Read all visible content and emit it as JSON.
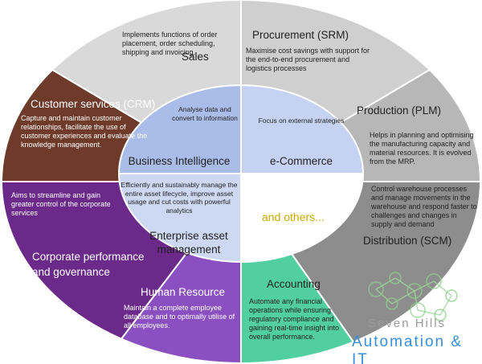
{
  "segments": {
    "sales": {
      "title": "Sales",
      "desc": "Implements functions of order placement, order scheduling, shipping and invoicing.",
      "color": "#d9d9d9"
    },
    "procurement": {
      "title": "Procurement (SRM)",
      "desc": "Maximise cost savings with support for the end-to-end procurement and logistics processes",
      "color": "#cfcfcf"
    },
    "production": {
      "title": "Production (PLM)",
      "desc": "Helps in planning and optimising the manufacturing capacity and material resources. It is evolved from the MRP.",
      "color": "#b7b7b7"
    },
    "distribution": {
      "title": "Distribution (SCM)",
      "desc": "Control warehouse processes and manage movements in the warehouse and respond faster to challenges and changes in supply and demand",
      "color": "#8d8d8d"
    },
    "accounting": {
      "title": "Accounting",
      "desc": "Automate any financial operations while ensuring regulatory compliance and gaining real-time insight into overall performance.",
      "color": "#52cfa0"
    },
    "human_resource": {
      "title": "Human Resource",
      "desc": "Maintain a complete employee database and to optimally utilise of all employees.",
      "color": "#8a4fc0"
    },
    "corporate": {
      "title": "Corporate performance and governance",
      "desc": "Aims to streamline and gain greater control of the corporate services",
      "color": "#6b2a8a"
    },
    "crm": {
      "title": "Customer services (CRM)",
      "desc": "Capture and maintain customer relationships, facilitate the use of customer experiences and evaluate the knowledge management.",
      "color": "#6e3a2a"
    }
  },
  "center": {
    "bi": {
      "title": "Business Intelligence",
      "desc": "Analyse data and convert to information",
      "color": "#aabde8"
    },
    "ecommerce": {
      "title": "e-Commerce",
      "desc": "Focus on external strategies",
      "color": "#c5d2f1"
    },
    "eam": {
      "title": "Enterprise asset management",
      "desc": "Efficiently and sustainably manage the entire asset lifecycle, improve asset usage and cut costs with powerful analytics",
      "color": "#cdd8f3"
    },
    "others": {
      "label": "and others...",
      "color": "#ffffff"
    }
  },
  "watermark": {
    "line1": "Seven Hills",
    "line2": "Automation & IT"
  }
}
